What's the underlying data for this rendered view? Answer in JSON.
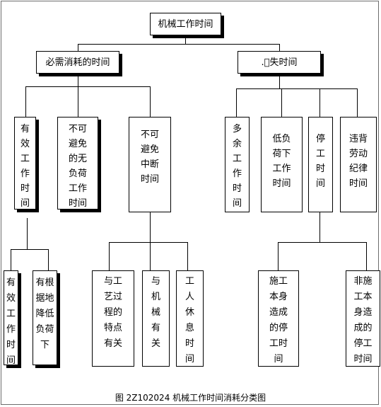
{
  "root": "机械工作时间",
  "level1": {
    "left": "必需消耗的时间",
    "right": ".\u0000失时间"
  },
  "level2_left": [
    "有效工作时间",
    "不可避免的无负荷工作时间",
    "不可避免中断时间"
  ],
  "level2_right": [
    "多余工作时间",
    "低负荷下工作时间",
    "停工时间",
    "违背劳动纪律时间"
  ],
  "level3_effective": [
    "有效工作时间",
    "有根据地降低负荷下"
  ],
  "level3_interrupt": [
    "与工艺过程的特点有关",
    "与机械有关",
    "工人休息时间"
  ],
  "level3_stop": [
    "施工本身造成的停工时间",
    "非施工本身造成的停工时间"
  ],
  "caption": "图 2Z102024 机械工作时间消耗分类图"
}
